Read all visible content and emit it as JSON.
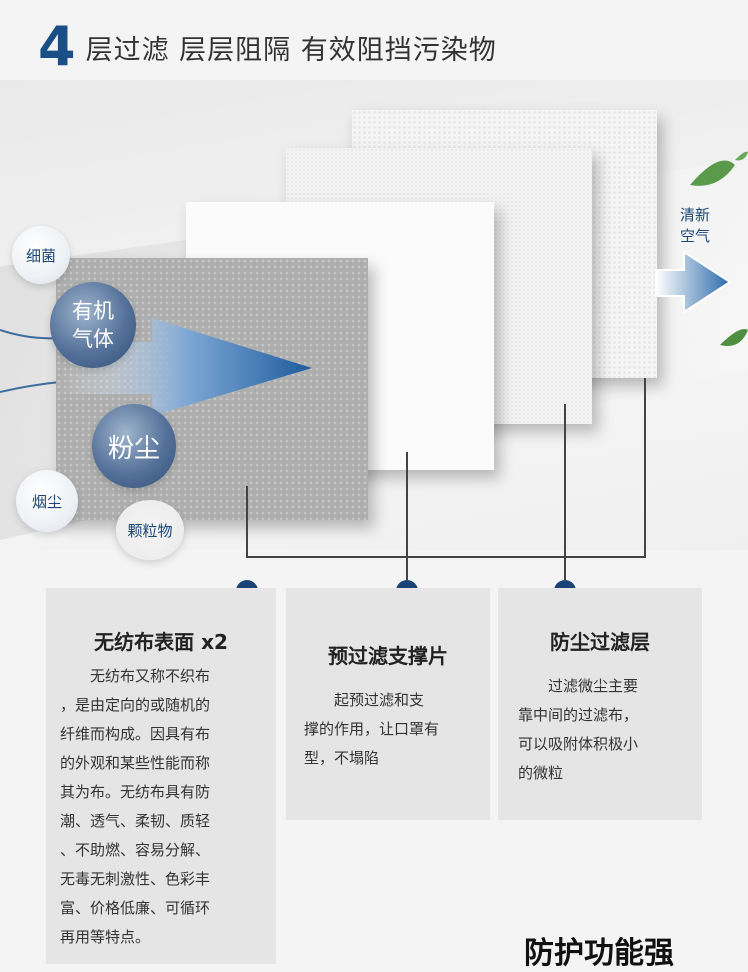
{
  "title": {
    "number": "4",
    "text": "层过滤 层层阻隔 有效阻挡污染物"
  },
  "bubbles": {
    "bacteria": "细菌",
    "organic_gas_1": "有机",
    "organic_gas_2": "气体",
    "dust": "粉尘",
    "smoke": "烟尘",
    "particles": "颗粒物"
  },
  "clean_air": {
    "line1": "清新",
    "line2": "空气"
  },
  "colors": {
    "accent": "#1a4e86",
    "dot": "#1a4475",
    "card_bg": "#e5e5e5"
  },
  "cards": [
    {
      "title": "无纺布表面 x2",
      "lines": [
        "　　无纺布又称不织布",
        "，是由定向的或随机的",
        "纤维而构成。因具有布",
        "的外观和某些性能而称",
        "其为布。无纺布具有防",
        "潮、透气、柔韧、质轻",
        "、不助燃、容易分解、",
        "无毒无刺激性、色彩丰",
        "富、价格低廉、可循环",
        "再用等特点。"
      ]
    },
    {
      "title": "预过滤支撑片",
      "lines": [
        "　　起预过滤和支",
        "撑的作用，让口罩有",
        "型，不塌陷"
      ]
    },
    {
      "title": "防尘过滤层",
      "lines": [
        "　　过滤微尘主要",
        "靠中间的过滤布，",
        "可以吸附体积极小",
        "的微粒"
      ]
    }
  ],
  "bottom_title": "防护功能强"
}
